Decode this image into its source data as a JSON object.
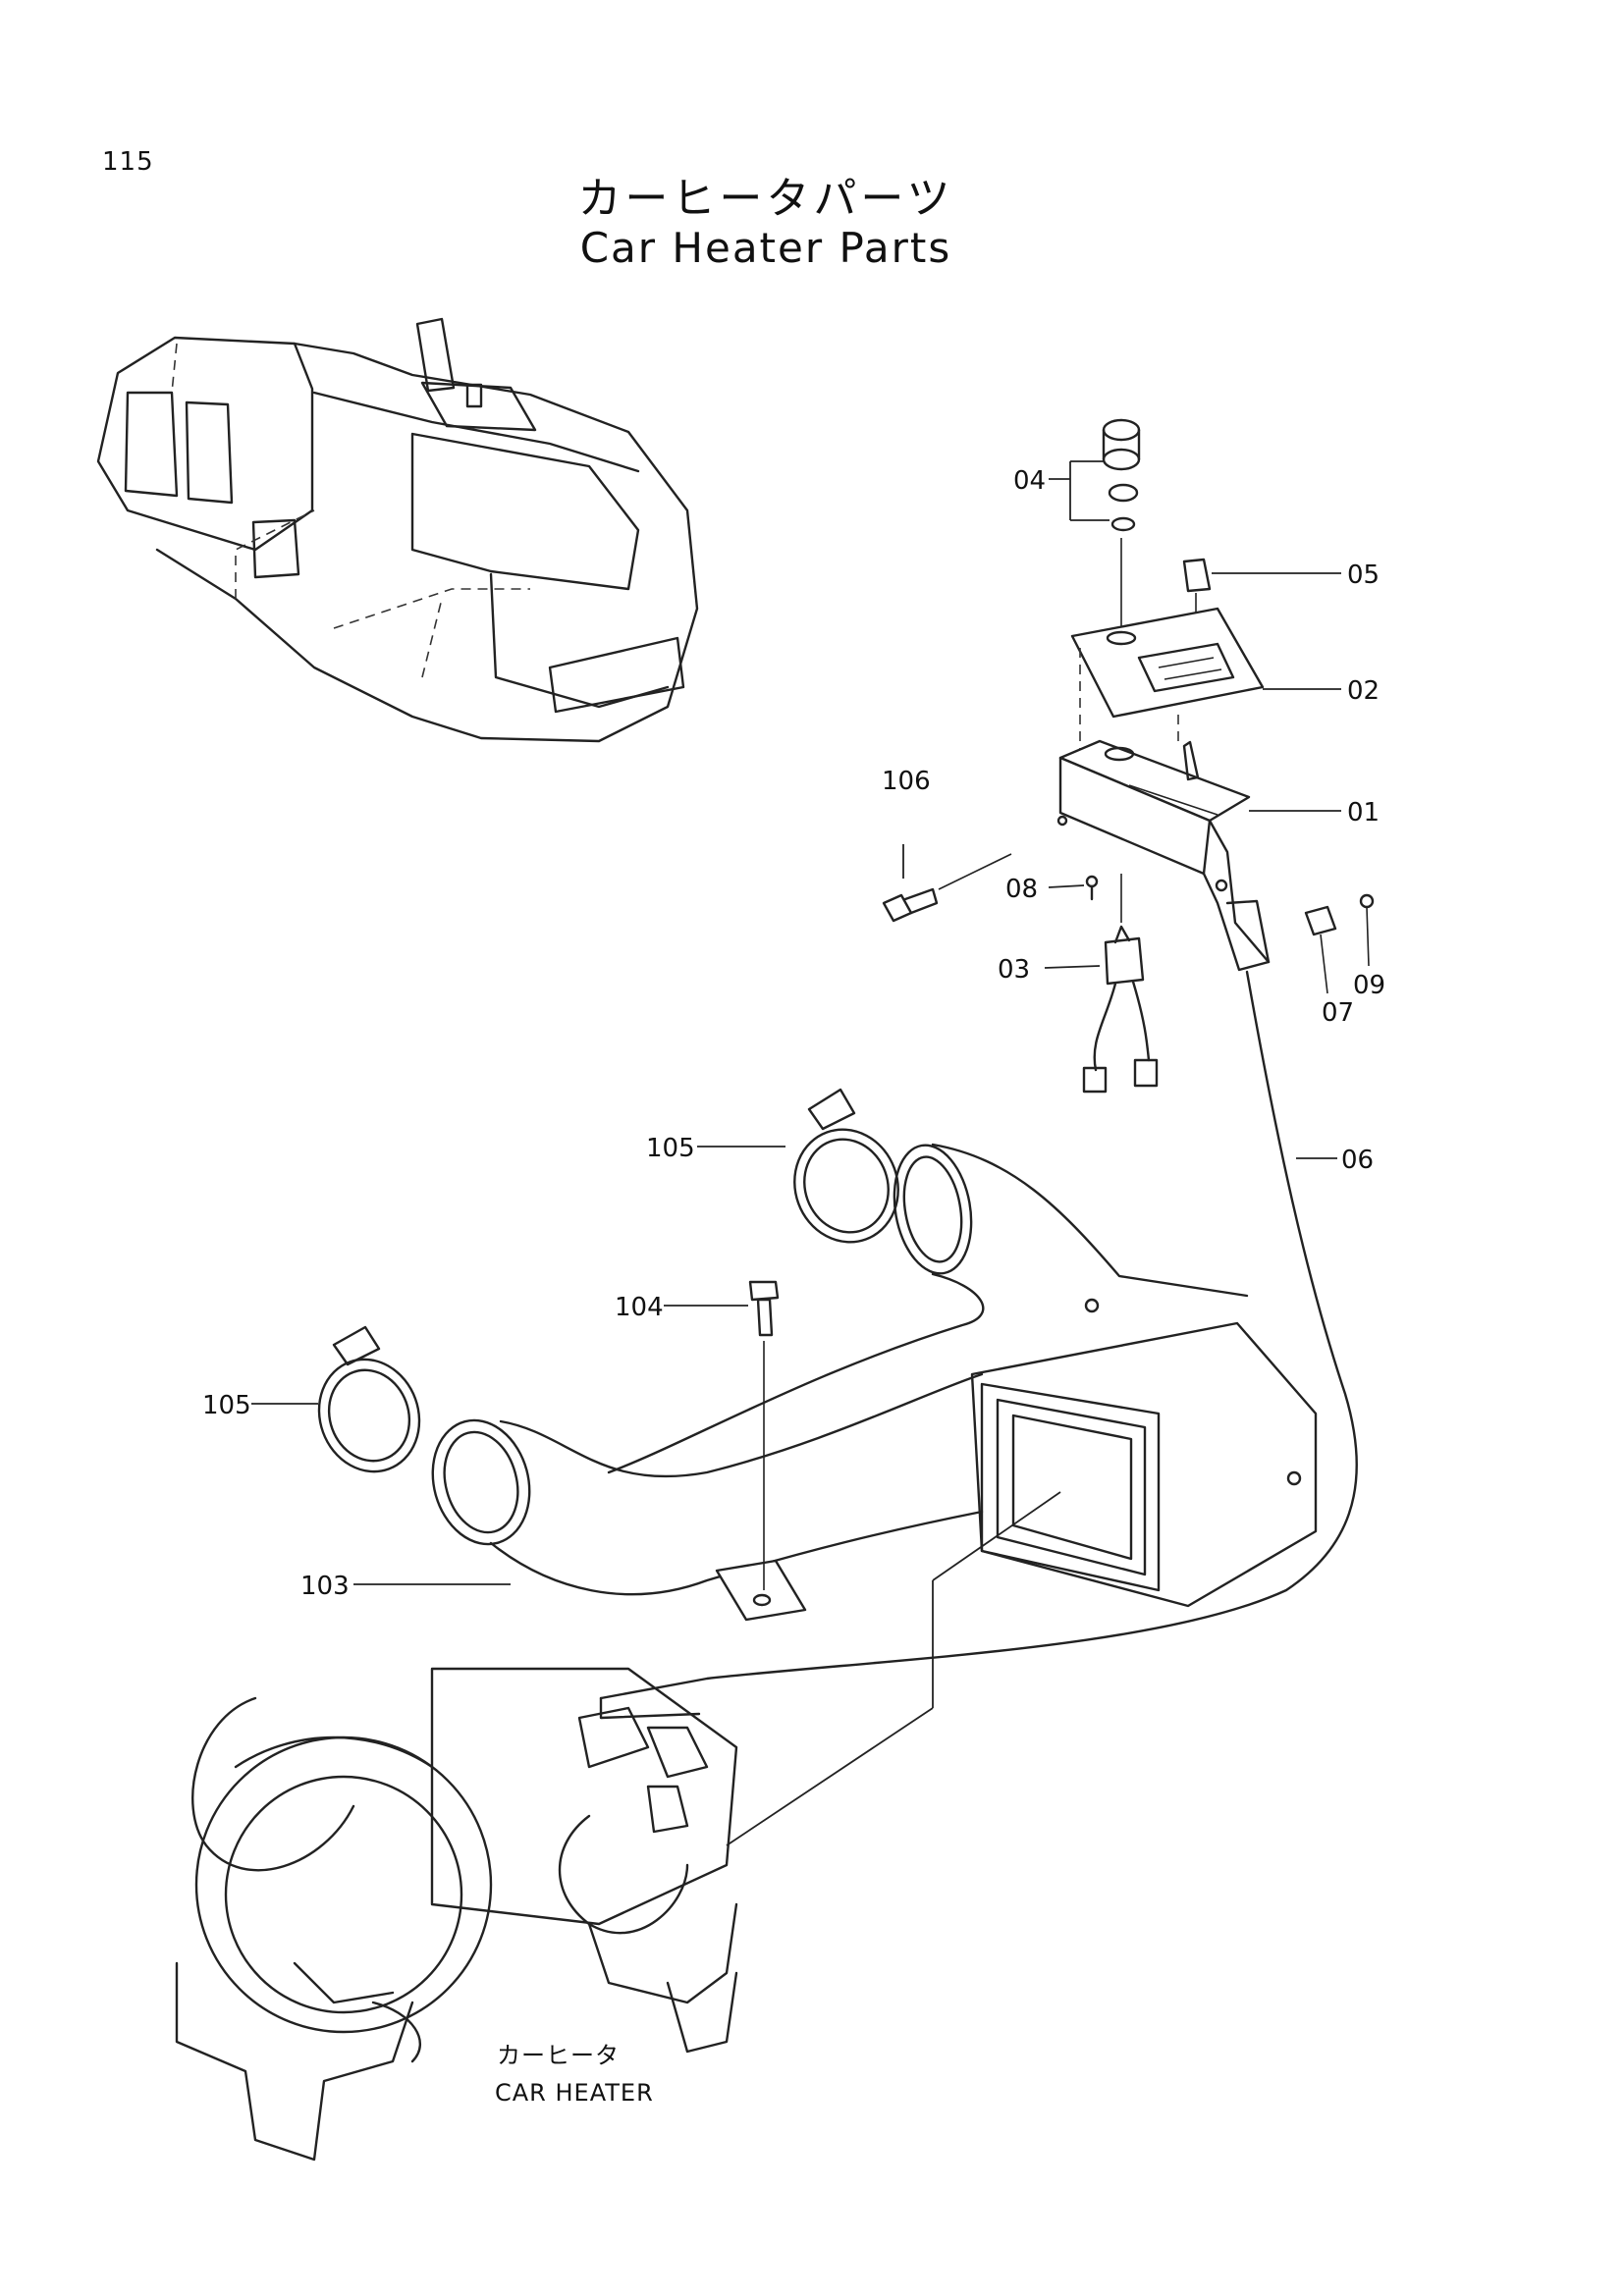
{
  "page": {
    "number": "115"
  },
  "title": {
    "japanese": "カーヒータパーツ",
    "english": "Car Heater Parts"
  },
  "callouts": {
    "c01": "01",
    "c02": "02",
    "c03": "03",
    "c04": "04",
    "c05": "05",
    "c06": "06",
    "c07": "07",
    "c08": "08",
    "c09": "09",
    "c103": "103",
    "c104": "104",
    "c105a": "105",
    "c105b": "105",
    "c106": "106"
  },
  "caption": {
    "japanese": "カーヒータ",
    "english": "CAR HEATER"
  },
  "icons": [
    "excavator-overview-icon",
    "control-panel-icon",
    "duct-icon",
    "hose-clamp-icon",
    "heater-unit-icon"
  ]
}
